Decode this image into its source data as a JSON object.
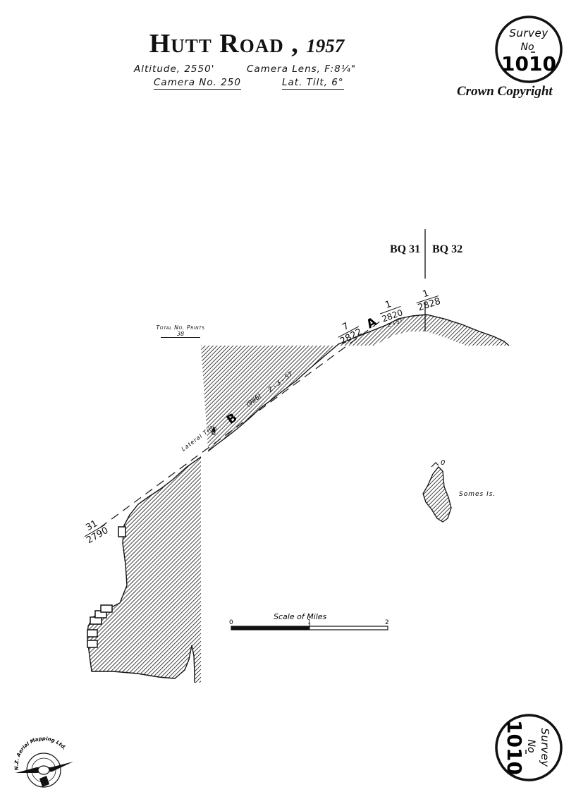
{
  "header": {
    "title": "Hutt Road ,",
    "year": "1957",
    "altitude": "Altitude, 2550'",
    "camera_lens": "Camera Lens, F:8¼\"",
    "camera_no": "Camera No. 250",
    "lat_tilt": "Lat. Tilt, 6°"
  },
  "survey_stamp": {
    "line1": "Survey",
    "line2": "No",
    "number": "1010"
  },
  "copyright": "Crown Copyright",
  "sheets": {
    "left": "BQ 31",
    "right": "BQ 32"
  },
  "total_prints": {
    "label": "Total No. Prints",
    "value": "38"
  },
  "flight_line": {
    "start_frame": {
      "top": "31",
      "bottom": "2790"
    },
    "frame_7": {
      "top": "7",
      "bottom": "2822"
    },
    "frame_a": {
      "top": "1",
      "bottom": "2820",
      "date": "2·3·57"
    },
    "end_frame": {
      "top": "1",
      "bottom": "2828"
    },
    "marker_a": "A",
    "marker_b": "B",
    "lateral_tilt": "Lateral Tilt.",
    "tilt_value": "6°",
    "run_number": "(986)",
    "run_date": "2 - 3 - 57"
  },
  "island": {
    "label": "Somes Is."
  },
  "scale": {
    "title": "Scale of Miles",
    "ticks": [
      "0",
      "1",
      "2"
    ]
  },
  "logo": {
    "text": "N.Z. Aerial Mapping Ltd."
  },
  "colors": {
    "ink": "#111111",
    "paper": "#ffffff"
  }
}
